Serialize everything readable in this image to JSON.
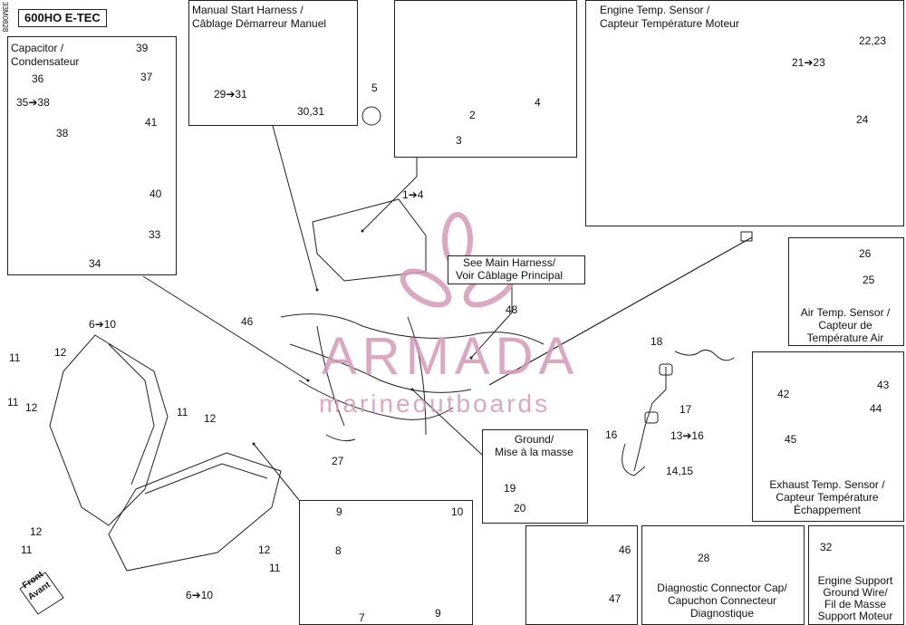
{
  "header": {
    "title": "600HO E-TEC",
    "code": "33M0828"
  },
  "watermark": {
    "brand": "ARMADA",
    "sub": "marineoutboards",
    "color": "#d59ab7"
  },
  "panels": {
    "capacitor": {
      "title_en": "Capacitor /",
      "title_fr": "Condensateur"
    },
    "manual_start": {
      "title_en": "Manual Start Harness /",
      "title_fr": "Câblage Démarreur Manuel"
    },
    "engine_temp": {
      "title_en": "Engine Temp. Sensor /",
      "title_fr": "Capteur Température Moteur"
    },
    "main_harness": {
      "title_en": "See Main Harness/",
      "title_fr": "Voir Câblage Principal"
    },
    "air_temp": {
      "l1": "Air Temp. Sensor /",
      "l2": "Capteur de",
      "l3": "Température Air"
    },
    "ground": {
      "l1": "Ground/",
      "l2": "Mise à la masse"
    },
    "exhaust_temp": {
      "l1": "Exhaust Temp. Sensor /",
      "l2": "Capteur Température",
      "l3": "Échappement"
    },
    "diag": {
      "l1": "Diagnostic Connector Cap/",
      "l2": "Capuchon Connecteur",
      "l3": "Diagnostique"
    },
    "engine_support": {
      "l1": "Engine Support",
      "l2": "Ground Wire/",
      "l3": "Fil de Masse",
      "l4": "Support Moteur"
    }
  },
  "front_label": {
    "en": "Front",
    "fr": "Avant"
  },
  "callouts": {
    "c39": "39",
    "c37": "37",
    "c36": "36",
    "c35": "35➔38",
    "c41": "41",
    "c38": "38",
    "c40": "40",
    "c33": "33",
    "c34": "34",
    "c29": "29➔31",
    "c3031": "30,31",
    "c5": "5",
    "c2": "2",
    "c3": "3",
    "c4": "4",
    "c14": "1➔4",
    "c2223": "22,23",
    "c2123": "21➔23",
    "c24": "24",
    "c26": "26",
    "c25": "25",
    "c48": "48",
    "c46a": "46",
    "c610a": "6➔10",
    "c11a": "11",
    "c12a": "12",
    "c11b": "11",
    "c12b": "12",
    "c11c": "11",
    "c12c": "12",
    "c12d": "12",
    "c11d": "11",
    "c12e": "12",
    "c11e": "11",
    "c610b": "6➔10",
    "c18": "18",
    "c17": "17",
    "c1316": "13➔16",
    "c16": "16",
    "c1415": "14,15",
    "c27": "27",
    "c19": "19",
    "c20": "20",
    "c42": "42",
    "c43": "43",
    "c44": "44",
    "c45": "45",
    "c9a": "9",
    "c10": "10",
    "c8": "8",
    "c7": "7",
    "c9b": "9",
    "c46b": "46",
    "c47": "47",
    "c28": "28",
    "c32": "32"
  }
}
